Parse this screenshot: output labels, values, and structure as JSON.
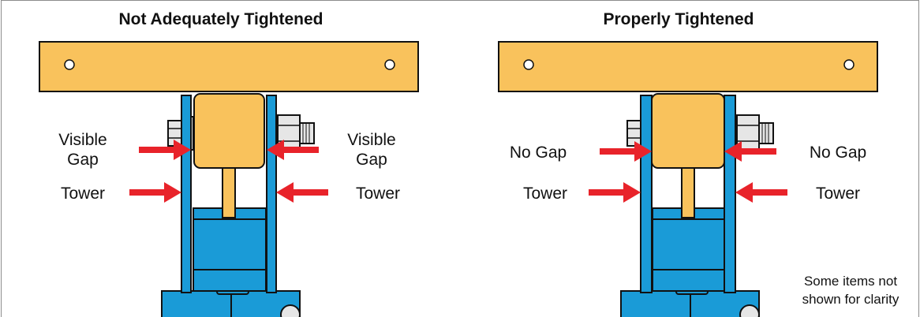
{
  "panels": [
    {
      "title": "Not Adequately Tightened",
      "gap_label_left_line1": "Visible",
      "gap_label_left_line2": "Gap",
      "gap_label_right_line1": "Visible",
      "gap_label_right_line2": "Gap",
      "tower_label_left": "Tower",
      "tower_label_right": "Tower"
    },
    {
      "title": "Properly Tightened",
      "gap_label_left": "No Gap",
      "gap_label_right": "No Gap",
      "tower_label_left": "Tower",
      "tower_label_right": "Tower"
    }
  ],
  "note_line1": "Some items not",
  "note_line2": "shown for clarity",
  "colors": {
    "bar": "#f9c25c",
    "block": "#f9c25c",
    "tower": "#1a9bd7",
    "arrow": "#e8232a",
    "outline": "#111111",
    "bolt": "#e6e6e6"
  }
}
